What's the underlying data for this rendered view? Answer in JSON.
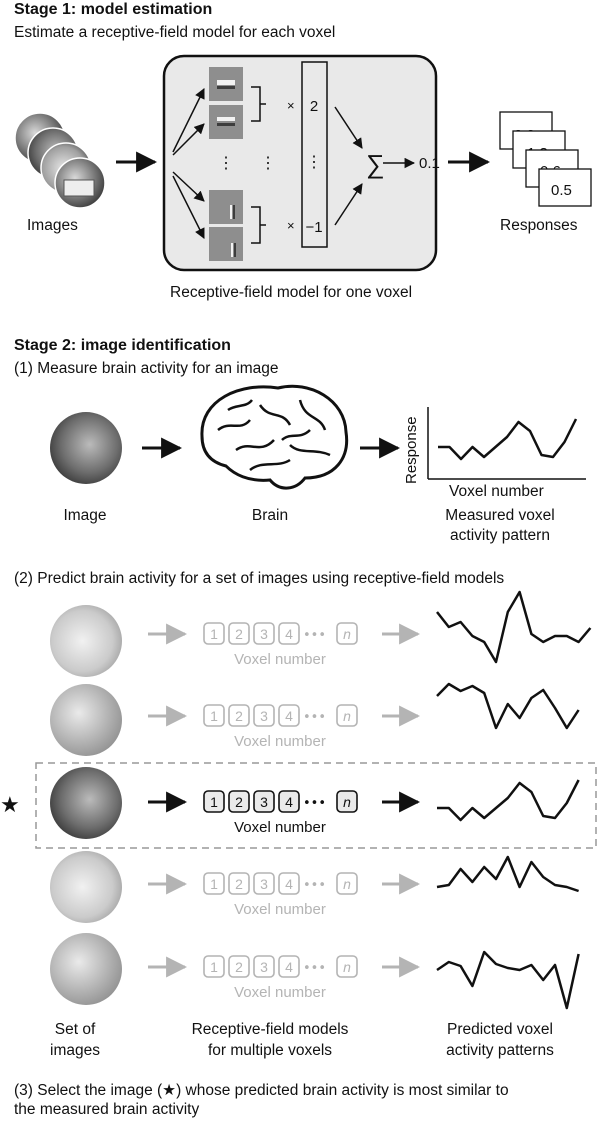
{
  "stage1": {
    "heading": "Stage 1: model estimation",
    "subtitle": "Estimate a receptive-field model for each voxel",
    "images_label": "Images",
    "responses_label": "Responses",
    "rf_model_label": "Receptive-field model for one voxel",
    "weights": [
      "2",
      "⋮",
      "−1"
    ],
    "times": "×",
    "sum_symbol": "∑",
    "output_value": "0.1",
    "dots": "⋮",
    "response_cards": [
      "2.8",
      "1.3",
      "0.6",
      "0.5"
    ]
  },
  "stage2": {
    "heading": "Stage 2: image identification",
    "step1": "(1) Measure brain activity for an image",
    "image_label": "Image",
    "brain_label": "Brain",
    "axis_y": "Response",
    "axis_x": "Voxel number",
    "measured_label_1": "Measured voxel",
    "measured_label_2": "activity pattern",
    "step2": "(2) Predict brain activity for a set of images using receptive-field models",
    "voxel_boxes": [
      "1",
      "2",
      "3",
      "4",
      "n"
    ],
    "ellipsis": "•••",
    "voxel_number": "Voxel number",
    "star": "★",
    "col1_line1": "Set of",
    "col1_line2": "images",
    "col2_line1": "Receptive-field models",
    "col2_line2": "for multiple voxels",
    "col3_line1": "Predicted voxel",
    "col3_line2": "activity patterns",
    "step3_line1": "(3) Select the image (★) whose predicted brain activity is most similar to",
    "step3_line2": "the measured brain activity"
  }
}
